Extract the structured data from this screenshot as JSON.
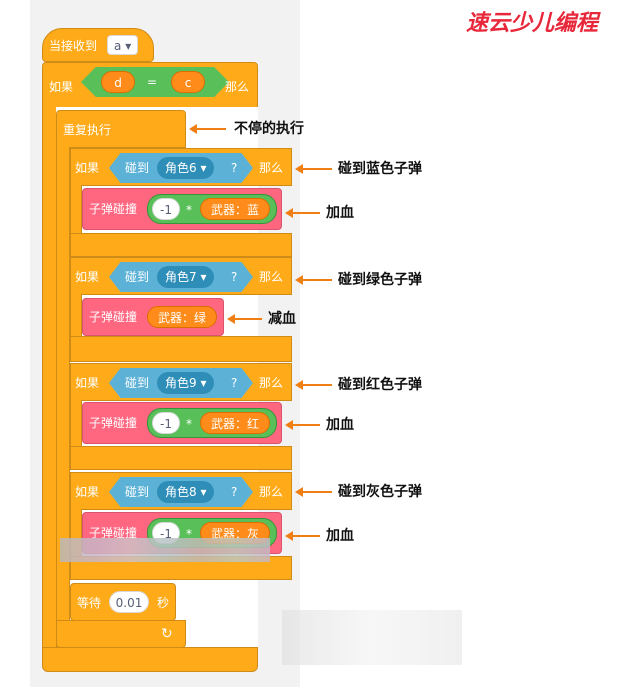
{
  "logo_text": "速云少儿编程",
  "hat": {
    "label": "当接收到",
    "message": "a"
  },
  "if_main": {
    "if_label": "如果",
    "left": "d",
    "op": "=",
    "right": "c",
    "then_label": "那么"
  },
  "forever": {
    "label": "重复执行"
  },
  "blocks": [
    {
      "if_label": "如果",
      "touch_label": "碰到",
      "sprite": "角色6",
      "q": "?",
      "then_label": "那么",
      "event_label": "子弹碰撞",
      "n1": "-1",
      "mult": "*",
      "var": "武器：蓝"
    },
    {
      "if_label": "如果",
      "touch_label": "碰到",
      "sprite": "角色7",
      "q": "?",
      "then_label": "那么",
      "event_label": "子弹碰撞",
      "var": "武器：绿"
    },
    {
      "if_label": "如果",
      "touch_label": "碰到",
      "sprite": "角色9",
      "q": "?",
      "then_label": "那么",
      "event_label": "子弹碰撞",
      "n1": "-1",
      "mult": "*",
      "var": "武器：红"
    },
    {
      "if_label": "如果",
      "touch_label": "碰到",
      "sprite": "角色8",
      "q": "?",
      "then_label": "那么",
      "event_label": "子弹碰撞",
      "n1": "-1",
      "mult": "*",
      "var": "武器：灰"
    }
  ],
  "wait": {
    "label": "等待",
    "value": "0.01",
    "unit": "秒"
  },
  "loop_arrow": "↻",
  "annotations": {
    "forever": "不停的执行",
    "blue": "碰到蓝色子弹",
    "blue_act": "加血",
    "green": "碰到绿色子弹",
    "green_act": "减血",
    "red": "碰到红色子弹",
    "red_act": "加血",
    "gray": "碰到灰色子弹",
    "gray_act": "加血"
  },
  "colors": {
    "control": "#ffab19",
    "operator": "#59c059",
    "sensing": "#5cb1d6",
    "event": "#ff6680",
    "arrow": "#f07f13"
  }
}
